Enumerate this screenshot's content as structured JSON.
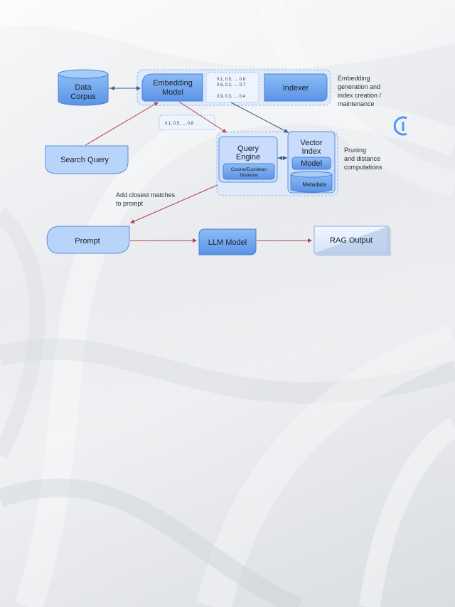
{
  "colors": {
    "node_fill": "#6ea6f0",
    "node_fill_light": "#c9dcfb",
    "group_fill": "#dde9fc",
    "edge_blue": "#3b5a88",
    "edge_red": "#b0405a",
    "logo_blue": "#4d9af5"
  },
  "nodes": {
    "data_corpus": [
      "Data",
      "Corpus"
    ],
    "embedding_model": [
      "Embedding",
      "Model"
    ],
    "indexer": "Indexer",
    "search_query": "Search Query",
    "query_engine": [
      "Query",
      "Engine"
    ],
    "cosine_distance": [
      "Cosine/Euclidean",
      "Distance"
    ],
    "vector_index": [
      "Vector",
      "Index"
    ],
    "model": "Model",
    "metadata": "Metadata",
    "prompt": "Prompt",
    "llm_model": "LLM Model",
    "rag_output": "RAG Output"
  },
  "vectors": {
    "row1": "0.1, 0.5, ....  0.8",
    "row2": "0.6, 0.2, ....  0.7",
    "row3": "0.9, 0.3, ....  0.4",
    "query_vector": "0.1, 0.5, ....   0.8"
  },
  "annotations": {
    "embedding_note": [
      "Embedding",
      "generation and",
      "index creation /",
      "maintenance"
    ],
    "pruning_note": [
      "Pruning",
      "and distance",
      "computations"
    ],
    "closest_matches": [
      "Add closest matches",
      "to prompt"
    ]
  },
  "icons": {
    "logo": "c-logo-icon",
    "background": "tulle-fabric-texture"
  }
}
